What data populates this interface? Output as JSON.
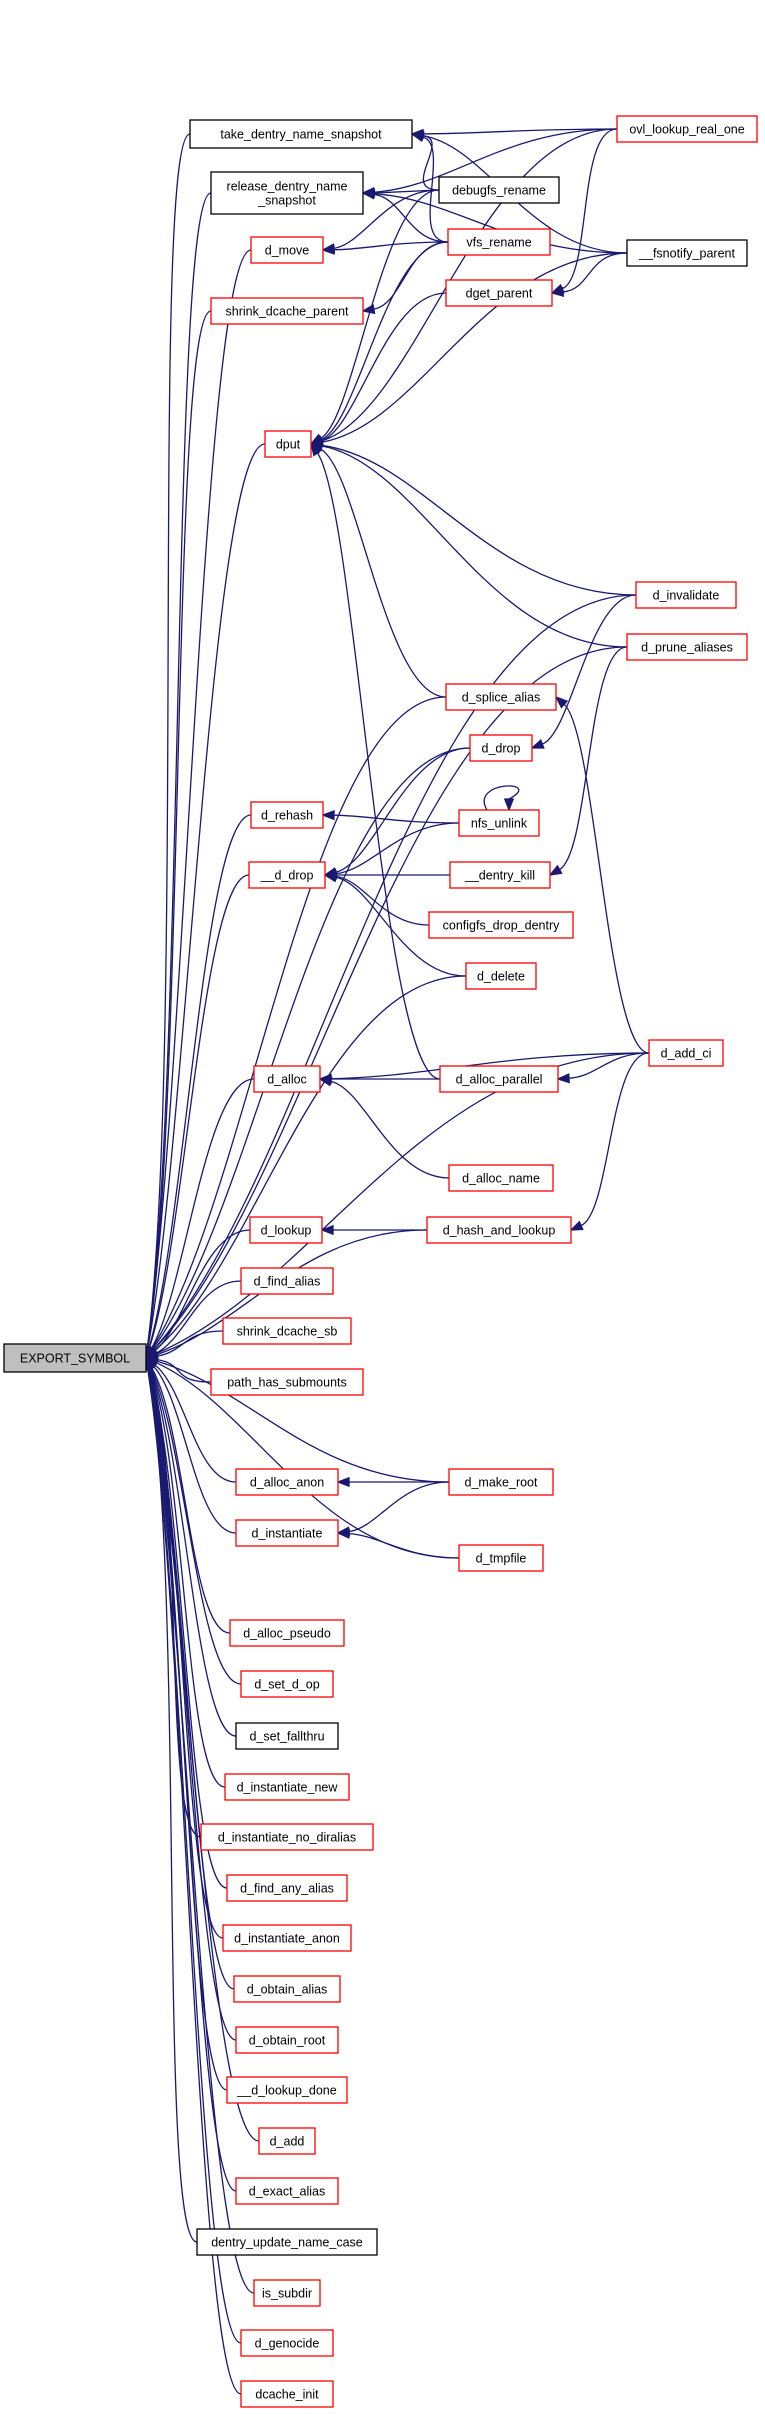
{
  "colors": {
    "edge": "#191970",
    "red_border": "#ff0000",
    "black_border": "#000000",
    "root_fill": "#bfbfbf",
    "node_fill": "#ffffff"
  },
  "nodes": {
    "export_symbol": {
      "label": [
        "EXPORT_SYMBOL"
      ],
      "style": "root"
    },
    "take_dentry_name_snapshot": {
      "label": [
        "take_dentry_name_snapshot"
      ],
      "style": "black"
    },
    "release_dentry_name_snapshot": {
      "label": [
        "release_dentry_name",
        "_snapshot"
      ],
      "style": "black"
    },
    "d_move": {
      "label": [
        "d_move"
      ],
      "style": "red"
    },
    "shrink_dcache_parent": {
      "label": [
        "shrink_dcache_parent"
      ],
      "style": "red"
    },
    "dput": {
      "label": [
        "dput"
      ],
      "style": "red"
    },
    "d_rehash": {
      "label": [
        "d_rehash"
      ],
      "style": "red"
    },
    "__d_drop": {
      "label": [
        "__d_drop"
      ],
      "style": "red"
    },
    "d_alloc": {
      "label": [
        "d_alloc"
      ],
      "style": "red"
    },
    "d_lookup": {
      "label": [
        "d_lookup"
      ],
      "style": "red"
    },
    "d_find_alias": {
      "label": [
        "d_find_alias"
      ],
      "style": "red"
    },
    "shrink_dcache_sb": {
      "label": [
        "shrink_dcache_sb"
      ],
      "style": "red"
    },
    "path_has_submounts": {
      "label": [
        "path_has_submounts"
      ],
      "style": "red"
    },
    "d_alloc_anon": {
      "label": [
        "d_alloc_anon"
      ],
      "style": "red"
    },
    "d_instantiate": {
      "label": [
        "d_instantiate"
      ],
      "style": "red"
    },
    "d_alloc_pseudo": {
      "label": [
        "d_alloc_pseudo"
      ],
      "style": "red"
    },
    "d_set_d_op": {
      "label": [
        "d_set_d_op"
      ],
      "style": "red"
    },
    "d_set_fallthru": {
      "label": [
        "d_set_fallthru"
      ],
      "style": "black"
    },
    "d_instantiate_new": {
      "label": [
        "d_instantiate_new"
      ],
      "style": "red"
    },
    "d_instantiate_no_diralias": {
      "label": [
        "d_instantiate_no_diralias"
      ],
      "style": "red"
    },
    "d_find_any_alias": {
      "label": [
        "d_find_any_alias"
      ],
      "style": "red"
    },
    "d_instantiate_anon": {
      "label": [
        "d_instantiate_anon"
      ],
      "style": "red"
    },
    "d_obtain_alias": {
      "label": [
        "d_obtain_alias"
      ],
      "style": "red"
    },
    "d_obtain_root": {
      "label": [
        "d_obtain_root"
      ],
      "style": "red"
    },
    "__d_lookup_done": {
      "label": [
        "__d_lookup_done"
      ],
      "style": "red"
    },
    "d_add": {
      "label": [
        "d_add"
      ],
      "style": "red"
    },
    "d_exact_alias": {
      "label": [
        "d_exact_alias"
      ],
      "style": "red"
    },
    "dentry_update_name_case": {
      "label": [
        "dentry_update_name_case"
      ],
      "style": "black"
    },
    "is_subdir": {
      "label": [
        "is_subdir"
      ],
      "style": "red"
    },
    "d_genocide": {
      "label": [
        "d_genocide"
      ],
      "style": "red"
    },
    "dcache_init": {
      "label": [
        "dcache_init"
      ],
      "style": "red"
    },
    "debugfs_rename": {
      "label": [
        "debugfs_rename"
      ],
      "style": "black"
    },
    "vfs_rename": {
      "label": [
        "vfs_rename"
      ],
      "style": "red"
    },
    "dget_parent": {
      "label": [
        "dget_parent"
      ],
      "style": "red"
    },
    "d_splice_alias": {
      "label": [
        "d_splice_alias"
      ],
      "style": "red"
    },
    "d_drop": {
      "label": [
        "d_drop"
      ],
      "style": "red"
    },
    "nfs_unlink": {
      "label": [
        "nfs_unlink"
      ],
      "style": "red"
    },
    "__dentry_kill": {
      "label": [
        "__dentry_kill"
      ],
      "style": "red"
    },
    "configfs_drop_dentry": {
      "label": [
        "configfs_drop_dentry"
      ],
      "style": "red"
    },
    "d_delete": {
      "label": [
        "d_delete"
      ],
      "style": "red"
    },
    "d_alloc_parallel": {
      "label": [
        "d_alloc_parallel"
      ],
      "style": "red"
    },
    "d_alloc_name": {
      "label": [
        "d_alloc_name"
      ],
      "style": "red"
    },
    "d_hash_and_lookup": {
      "label": [
        "d_hash_and_lookup"
      ],
      "style": "red"
    },
    "d_make_root": {
      "label": [
        "d_make_root"
      ],
      "style": "red"
    },
    "d_tmpfile": {
      "label": [
        "d_tmpfile"
      ],
      "style": "red"
    },
    "ovl_lookup_real_one": {
      "label": [
        "ovl_lookup_real_one"
      ],
      "style": "red"
    },
    "__fsnotify_parent": {
      "label": [
        "__fsnotify_parent"
      ],
      "style": "black"
    },
    "d_invalidate": {
      "label": [
        "d_invalidate"
      ],
      "style": "red"
    },
    "d_prune_aliases": {
      "label": [
        "d_prune_aliases"
      ],
      "style": "red"
    },
    "d_add_ci": {
      "label": [
        "d_add_ci"
      ],
      "style": "red"
    }
  },
  "edges": [
    [
      "take_dentry_name_snapshot",
      "export_symbol"
    ],
    [
      "release_dentry_name_snapshot",
      "export_symbol"
    ],
    [
      "d_move",
      "export_symbol"
    ],
    [
      "shrink_dcache_parent",
      "export_symbol"
    ],
    [
      "dput",
      "export_symbol"
    ],
    [
      "d_rehash",
      "export_symbol"
    ],
    [
      "__d_drop",
      "export_symbol"
    ],
    [
      "d_alloc",
      "export_symbol"
    ],
    [
      "d_lookup",
      "export_symbol"
    ],
    [
      "d_find_alias",
      "export_symbol"
    ],
    [
      "shrink_dcache_sb",
      "export_symbol"
    ],
    [
      "path_has_submounts",
      "export_symbol"
    ],
    [
      "d_alloc_anon",
      "export_symbol"
    ],
    [
      "d_instantiate",
      "export_symbol"
    ],
    [
      "d_alloc_pseudo",
      "export_symbol"
    ],
    [
      "d_set_d_op",
      "export_symbol"
    ],
    [
      "d_set_fallthru",
      "export_symbol"
    ],
    [
      "d_instantiate_new",
      "export_symbol"
    ],
    [
      "d_instantiate_no_diralias",
      "export_symbol"
    ],
    [
      "d_find_any_alias",
      "export_symbol"
    ],
    [
      "d_instantiate_anon",
      "export_symbol"
    ],
    [
      "d_obtain_alias",
      "export_symbol"
    ],
    [
      "d_obtain_root",
      "export_symbol"
    ],
    [
      "__d_lookup_done",
      "export_symbol"
    ],
    [
      "d_add",
      "export_symbol"
    ],
    [
      "d_exact_alias",
      "export_symbol"
    ],
    [
      "dentry_update_name_case",
      "export_symbol"
    ],
    [
      "is_subdir",
      "export_symbol"
    ],
    [
      "d_genocide",
      "export_symbol"
    ],
    [
      "dcache_init",
      "export_symbol"
    ],
    [
      "d_invalidate",
      "export_symbol"
    ],
    [
      "d_prune_aliases",
      "export_symbol"
    ],
    [
      "d_splice_alias",
      "export_symbol"
    ],
    [
      "d_drop",
      "export_symbol"
    ],
    [
      "d_delete",
      "export_symbol"
    ],
    [
      "d_add_ci",
      "export_symbol"
    ],
    [
      "d_hash_and_lookup",
      "export_symbol"
    ],
    [
      "d_make_root",
      "export_symbol"
    ],
    [
      "d_tmpfile",
      "export_symbol"
    ],
    [
      "ovl_lookup_real_one",
      "take_dentry_name_snapshot"
    ],
    [
      "debugfs_rename",
      "take_dentry_name_snapshot"
    ],
    [
      "vfs_rename",
      "take_dentry_name_snapshot"
    ],
    [
      "__fsnotify_parent",
      "take_dentry_name_snapshot"
    ],
    [
      "ovl_lookup_real_one",
      "release_dentry_name_snapshot"
    ],
    [
      "debugfs_rename",
      "release_dentry_name_snapshot"
    ],
    [
      "vfs_rename",
      "release_dentry_name_snapshot"
    ],
    [
      "__fsnotify_parent",
      "release_dentry_name_snapshot"
    ],
    [
      "debugfs_rename",
      "d_move"
    ],
    [
      "vfs_rename",
      "d_move"
    ],
    [
      "vfs_rename",
      "shrink_dcache_parent"
    ],
    [
      "debugfs_rename",
      "dput"
    ],
    [
      "vfs_rename",
      "dput"
    ],
    [
      "dget_parent",
      "dput"
    ],
    [
      "ovl_lookup_real_one",
      "dput"
    ],
    [
      "__fsnotify_parent",
      "dput"
    ],
    [
      "d_invalidate",
      "dput"
    ],
    [
      "d_prune_aliases",
      "dput"
    ],
    [
      "d_splice_alias",
      "dput"
    ],
    [
      "d_alloc_parallel",
      "dput"
    ],
    [
      "ovl_lookup_real_one",
      "dget_parent"
    ],
    [
      "__fsnotify_parent",
      "dget_parent"
    ],
    [
      "nfs_unlink",
      "d_rehash"
    ],
    [
      "d_drop",
      "__d_drop"
    ],
    [
      "nfs_unlink",
      "__d_drop"
    ],
    [
      "__dentry_kill",
      "__d_drop"
    ],
    [
      "configfs_drop_dentry",
      "__d_drop"
    ],
    [
      "d_delete",
      "__d_drop"
    ],
    [
      "nfs_unlink",
      "nfs_unlink"
    ],
    [
      "d_invalidate",
      "d_drop"
    ],
    [
      "d_prune_aliases",
      "__dentry_kill"
    ],
    [
      "d_add_ci",
      "d_splice_alias"
    ],
    [
      "d_alloc_parallel",
      "d_alloc"
    ],
    [
      "d_alloc_name",
      "d_alloc"
    ],
    [
      "d_add_ci",
      "d_alloc"
    ],
    [
      "d_add_ci",
      "d_alloc_parallel"
    ],
    [
      "d_hash_and_lookup",
      "d_lookup"
    ],
    [
      "d_add_ci",
      "d_hash_and_lookup"
    ],
    [
      "d_make_root",
      "d_alloc_anon"
    ],
    [
      "d_make_root",
      "d_instantiate"
    ],
    [
      "d_tmpfile",
      "d_instantiate"
    ]
  ]
}
